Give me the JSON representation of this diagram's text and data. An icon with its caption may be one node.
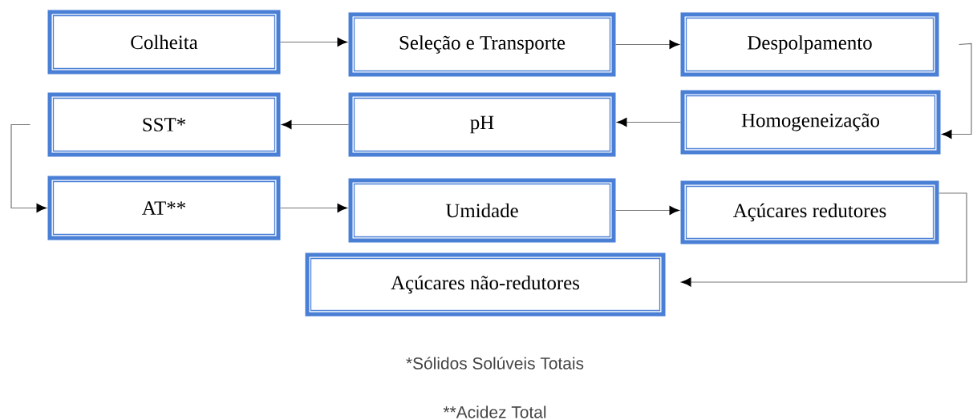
{
  "diagram": {
    "nodes": [
      {
        "text": [
          "Colheita"
        ]
      },
      {
        "text": [
          "Seleção e Transporte"
        ]
      },
      {
        "text": [
          "Despolpamento"
        ]
      },
      {
        "text": [
          "Homogeneização"
        ]
      },
      {
        "text": [
          "pH"
        ]
      },
      {
        "text": [
          "SST*"
        ]
      },
      {
        "text": [
          "AT**"
        ]
      },
      {
        "text": [
          "Umidade"
        ]
      },
      {
        "text": [
          "Açúcares redutores"
        ]
      },
      {
        "text": [
          "Açúcares não-redutores"
        ]
      }
    ],
    "edges": [
      {
        "from": 0,
        "to": 1,
        "arrow": "to"
      },
      {
        "from": 1,
        "to": 2,
        "arrow": "to"
      },
      {
        "from": 2,
        "to": 3,
        "arrow": "to"
      },
      {
        "from": 3,
        "to": 4,
        "arrow": "to"
      },
      {
        "from": 4,
        "to": 5,
        "arrow": "to"
      },
      {
        "from": 5,
        "to": 6,
        "arrow": "to"
      },
      {
        "from": 6,
        "to": 7,
        "arrow": "to"
      },
      {
        "from": 7,
        "to": 8,
        "arrow": "to"
      },
      {
        "from": 8,
        "to": 9,
        "arrow": "to"
      }
    ],
    "labels": [
      "*Sólidos Solúveis Totais",
      "**Acidez Total"
    ]
  }
}
